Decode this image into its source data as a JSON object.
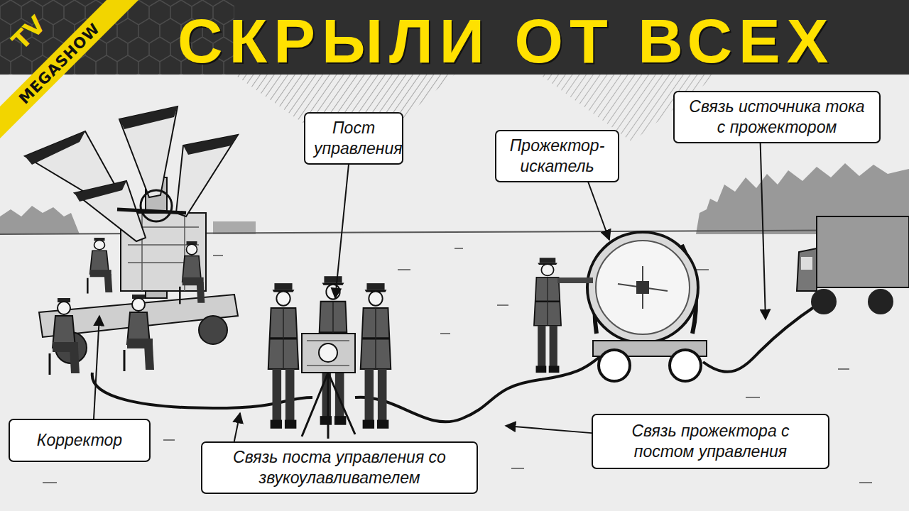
{
  "diagram": {
    "title": "СКРЫЛИ ОТ ВСЕХ",
    "nodes": [
      {
        "text": [
          "Пост управления"
        ]
      },
      {
        "text": [
          "Прожектор-искатель"
        ]
      },
      {
        "text": [
          "Связь источника тока с прожектором"
        ]
      },
      {
        "text": [
          "Корректор"
        ]
      },
      {
        "text": [
          "Связь поста управления со звукоулавливателем"
        ]
      },
      {
        "text": [
          "Связь прожектора с постом управления"
        ]
      }
    ],
    "labels": [
      "TV",
      "MEGASHOW"
    ]
  }
}
